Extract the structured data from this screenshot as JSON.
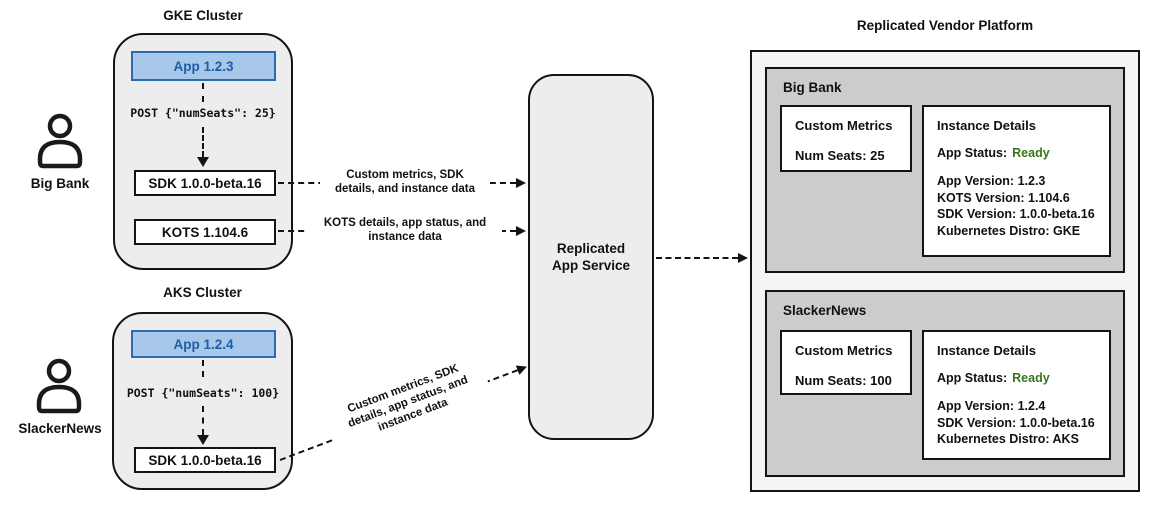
{
  "colors": {
    "app_fill": "#a8c8ea",
    "app_border": "#2b6cb0",
    "app_text": "#1c5fa8",
    "status_green": "#38761d",
    "cluster_fill": "#ededed",
    "panel_fill": "#cccccc",
    "platform_fill": "#f5f5f5"
  },
  "clusters": [
    {
      "title": "GKE Cluster",
      "app": "App 1.2.3",
      "post": "POST {\"numSeats\": 25}",
      "sdk": "SDK 1.0.0-beta.16",
      "kots": "KOTS 1.104.6"
    },
    {
      "title": "AKS Cluster",
      "app": "App 1.2.4",
      "post": "POST {\"numSeats\": 100}",
      "sdk": "SDK 1.0.0-beta.16"
    }
  ],
  "users": [
    {
      "name": "Big Bank"
    },
    {
      "name": "SlackerNews"
    }
  ],
  "service": {
    "label": "Replicated\nApp Service"
  },
  "arrows": {
    "sdk_to_service": "Custom metrics, SDK\ndetails, and instance data",
    "kots_to_service": "KOTS details, app status, and\ninstance data",
    "aks_sdk_to_service": "Custom metrics, SDK\ndetails, app status, and\ninstance data"
  },
  "platform": {
    "title": "Replicated Vendor Platform",
    "tenants": [
      {
        "name": "Big Bank",
        "custom_metrics": {
          "title": "Custom Metrics",
          "value": "Num Seats: 25"
        },
        "instance_details": {
          "title": "Instance Details",
          "status_label": "App Status:",
          "status_value": "Ready",
          "lines": [
            "App Version: 1.2.3",
            "KOTS Version: 1.104.6",
            "SDK Version: 1.0.0-beta.16",
            "Kubernetes Distro: GKE"
          ]
        }
      },
      {
        "name": "SlackerNews",
        "custom_metrics": {
          "title": "Custom Metrics",
          "value": "Num Seats: 100"
        },
        "instance_details": {
          "title": "Instance Details",
          "status_label": "App Status:",
          "status_value": "Ready",
          "lines": [
            "App Version: 1.2.4",
            "SDK Version: 1.0.0-beta.16",
            "Kubernetes Distro: AKS"
          ]
        }
      }
    ]
  }
}
